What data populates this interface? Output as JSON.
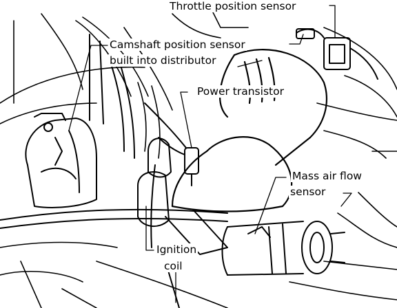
{
  "labels": {
    "throttle_position_sensor": "Throttle position sensor",
    "camshaft_line1": "Camshaft position sensor",
    "camshaft_line2": "built into distributor",
    "power_transistor": "Power transistor",
    "mass_air_flow_line1": "Mass air flow",
    "mass_air_flow_line2": "sensor",
    "ignition_line1": "Ignition",
    "ignition_line2": "coil"
  },
  "colors": {
    "ink": "#000000",
    "paper": "#ffffff"
  }
}
